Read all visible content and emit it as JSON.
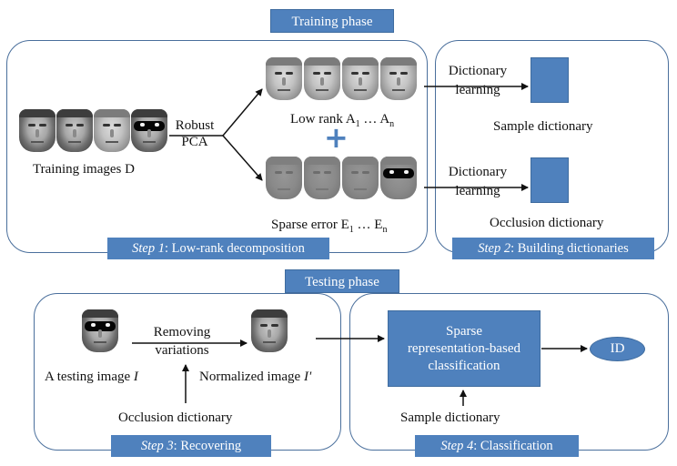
{
  "training_phase": "Training phase",
  "testing_phase": "Testing phase",
  "step1": {
    "prefix": "Step 1",
    "text": ": Low-rank decomposition"
  },
  "step2": {
    "prefix": "Step 2",
    "text": ": Building dictionaries"
  },
  "step3": {
    "prefix": "Step 3",
    "text": ": Recovering"
  },
  "step4": {
    "prefix": "Step 4",
    "text": ": Classification"
  },
  "robust_pca": {
    "line1": "Robust",
    "line2": "PCA"
  },
  "training_images": "Training images D",
  "low_rank": {
    "text": "Low rank A",
    "sub1": "1",
    "dots": " … A",
    "subn": "n"
  },
  "sparse_error": {
    "text": "Sparse error E",
    "sub1": "1",
    "dots": " … E",
    "subn": "n"
  },
  "dict_learning_1": {
    "line1": "Dictionary",
    "line2": "learning"
  },
  "dict_learning_2": {
    "line1": "Dictionary",
    "line2": "learning"
  },
  "sample_dictionary": "Sample dictionary",
  "occlusion_dictionary": "Occlusion dictionary",
  "testing_image": {
    "text": "A testing image ",
    "var": "I"
  },
  "removing_variations": {
    "line1": "Removing",
    "line2": "variations"
  },
  "normalized_image": {
    "text": "Normalized  image ",
    "var": "I'"
  },
  "occlusion_dictionary_2": "Occlusion dictionary",
  "sparse_classification": {
    "line1": "Sparse",
    "line2": "representation-based",
    "line3": "classification"
  },
  "id_label": "ID",
  "sample_dictionary_2": "Sample dictionary",
  "plus_symbol": "+",
  "colors": {
    "accent": "#4f81bd",
    "border": "#4a6f9c"
  },
  "icons": {
    "faces": "face-image",
    "glasses": "sunglasses-face-image"
  }
}
